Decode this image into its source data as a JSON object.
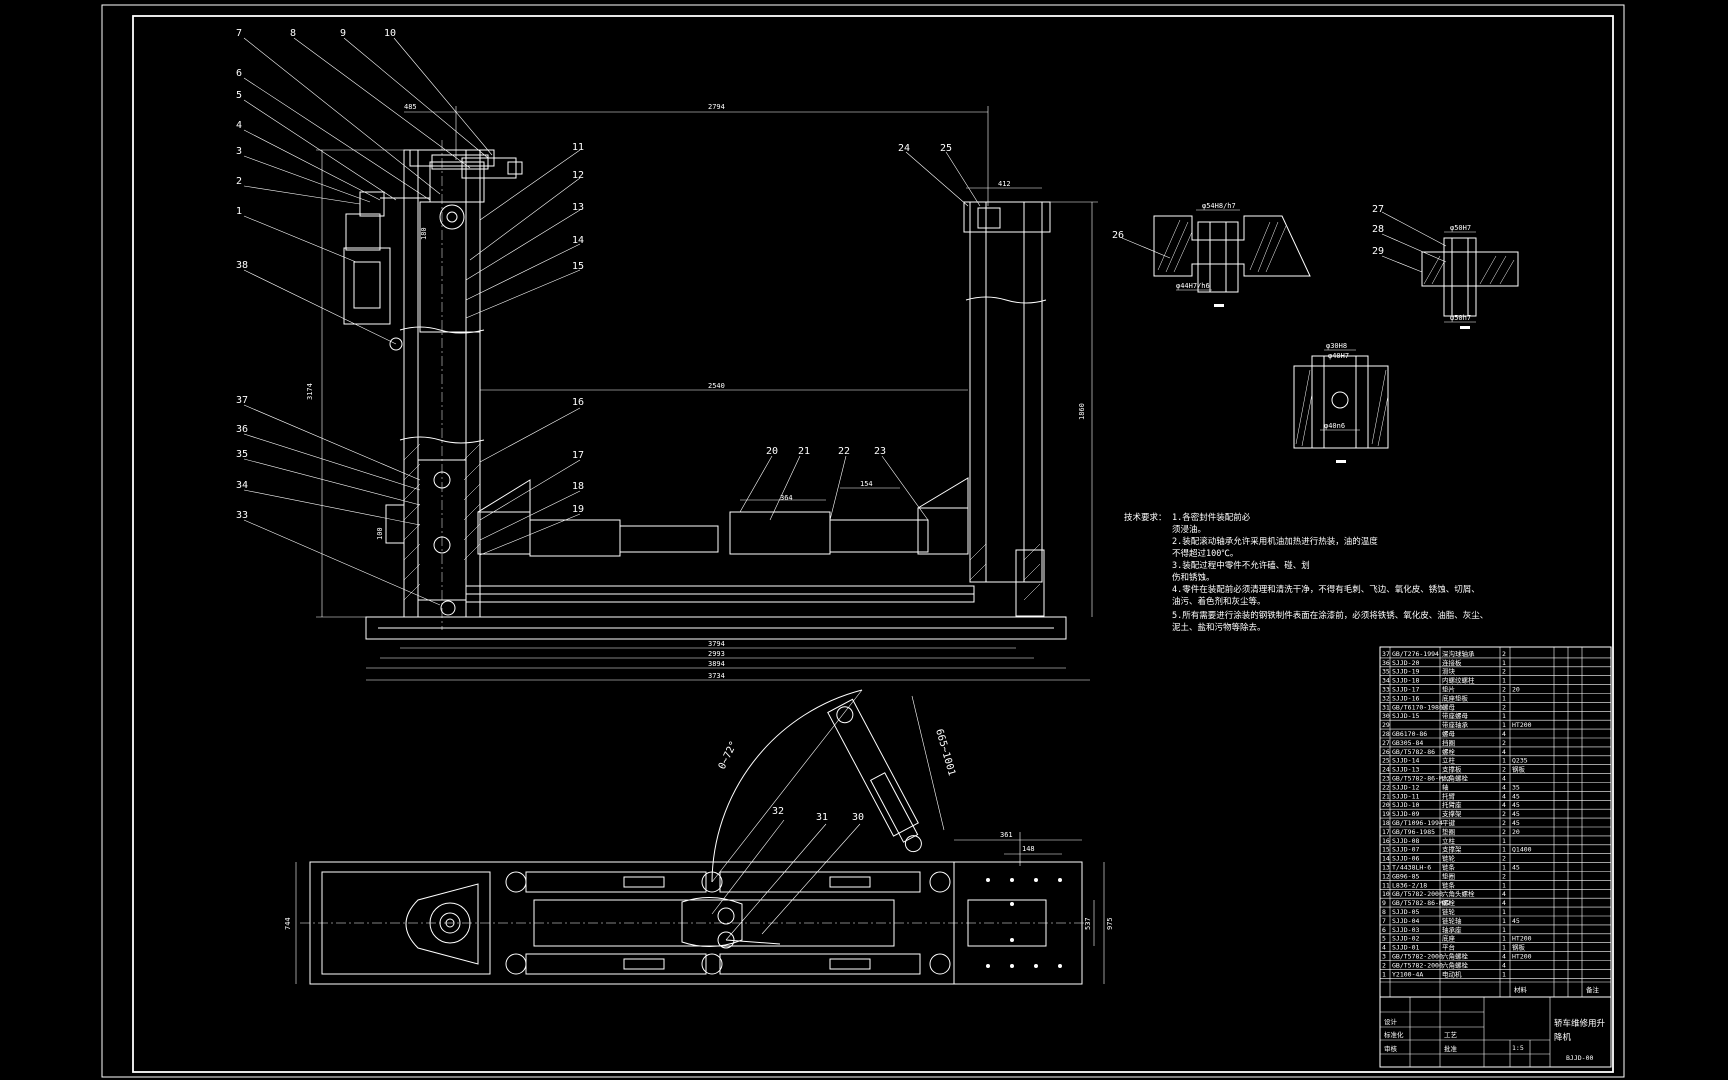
{
  "drawing": {
    "title_block": {
      "title_line1": "轿车维修用升",
      "title_line2": "降机",
      "drawing_no": "BJJD-00",
      "remark_header": "备注",
      "material_header": "材料",
      "note_cells": [
        "设计",
        "标准化",
        "审核",
        "工艺",
        "批准"
      ],
      "scale": "1:5"
    },
    "technical_requirements": {
      "heading": "技术要求：",
      "items": [
        "1.各密封件装配前必",
        "须浸油。",
        "2.装配滚动轴承允许采用机油加热进行热装，油的温度",
        "不得超过100℃。",
        "3.装配过程中零件不允许磕、碰、划",
        "伤和锈蚀。",
        "4.零件在装配前必须清理和清洗干净，不得有毛刺、飞边、氧化皮、锈蚀、切屑、",
        "油污、着色剂和灰尘等。",
        "5.所有需要进行涂装的钢铁制件表面在涂漆前，必须将铁锈、氧化皮、油脂、灰尘、",
        "泥土、盐和污物等除去。"
      ]
    },
    "part_numbers": {
      "left_column": [
        "7",
        "6",
        "5",
        "4",
        "3",
        "2",
        "1",
        "38",
        "37",
        "36",
        "35",
        "34",
        "33"
      ],
      "top_row": [
        "8",
        "9",
        "10"
      ],
      "right_column": [
        "11",
        "12",
        "13",
        "14",
        "15",
        "16",
        "17",
        "18",
        "19"
      ],
      "lower_middle": [
        "20",
        "21",
        "22",
        "23"
      ],
      "upper_right": [
        "24",
        "25"
      ],
      "detail_views": [
        "26",
        "27",
        "28",
        "29"
      ],
      "plan_view": [
        "32",
        "31",
        "30"
      ]
    },
    "dimensions": {
      "top_span": "2794",
      "top_offset": "485",
      "right_post_width": "412",
      "overall_height": "3174",
      "right_height": "1860",
      "middle_span": "2540",
      "bottom_inner": "3794",
      "bottom_mid": "2993",
      "bottom_outer": "3894",
      "bottom_total": "3734",
      "tube_len": "364",
      "tube_small": "154",
      "left_small": "100",
      "left_gap": "180",
      "arc_angle": "0~72°",
      "cylinder_stroke": "665~1001",
      "plan_right_span": "361",
      "plan_right_inner": "148",
      "plan_width": "744",
      "plan_right_height": "537",
      "plan_right_total": "975",
      "fit_1": "φ54H8/h7",
      "fit_2": "φ44H7/h6",
      "fit_3": "φ50H7",
      "fit_4": "φ30H8",
      "fit_5": "φ50h7",
      "fit_6": "φ40H7",
      "fit_7": "φ40n6"
    },
    "bom": {
      "rows": [
        [
          "37",
          "GB/T276-1994",
          "深沟球轴承",
          "2",
          ""
        ],
        [
          "36",
          "SJJD-20",
          "连接板",
          "1",
          ""
        ],
        [
          "35",
          "SJJD-19",
          "滑块",
          "2",
          ""
        ],
        [
          "34",
          "SJJD-18",
          "内螺纹螺柱",
          "1",
          ""
        ],
        [
          "33",
          "SJJD-17",
          "垫片",
          "2",
          "20"
        ],
        [
          "32",
          "SJJD-16",
          "底座垫板",
          "1",
          ""
        ],
        [
          "31",
          "GB/T6170-1986",
          "螺母",
          "2",
          ""
        ],
        [
          "30",
          "SJJD-15",
          "带座螺母",
          "1",
          ""
        ],
        [
          "29",
          "",
          "带座轴承",
          "1",
          "HT200"
        ],
        [
          "28",
          "GB6170-86",
          "螺母",
          "4",
          ""
        ],
        [
          "27",
          "GB305-84",
          "挡圈",
          "2",
          ""
        ],
        [
          "26",
          "GB/T5782-86",
          "螺栓",
          "4",
          ""
        ],
        [
          "25",
          "SJJD-14",
          "立柱",
          "1",
          "Q235"
        ],
        [
          "24",
          "SJJD-13",
          "支撑板",
          "2",
          "钢板"
        ],
        [
          "23",
          "GB/T5782-86-M12",
          "六角螺栓",
          "4",
          ""
        ],
        [
          "22",
          "SJJD-12",
          "轴",
          "4",
          "35"
        ],
        [
          "21",
          "SJJD-11",
          "托臂",
          "4",
          "45"
        ],
        [
          "20",
          "SJJD-10",
          "托臂座",
          "4",
          "45"
        ],
        [
          "19",
          "SJJD-09",
          "支撑架",
          "2",
          "45"
        ],
        [
          "18",
          "GB/T1096-1994",
          "平键",
          "2",
          "45"
        ],
        [
          "17",
          "GB/T96-1985",
          "垫圈",
          "2",
          "20"
        ],
        [
          "16",
          "SJJD-08",
          "立柱",
          "1",
          ""
        ],
        [
          "15",
          "SJJD-07",
          "支撑架",
          "1",
          "Q1400"
        ],
        [
          "14",
          "SJJD-06",
          "链轮",
          "2",
          ""
        ],
        [
          "13",
          "T/4438LH-6",
          "链条",
          "1",
          "45"
        ],
        [
          "12",
          "GB96-85",
          "垫圈",
          "2",
          ""
        ],
        [
          "11",
          "L836-2/18",
          "链条",
          "1",
          ""
        ],
        [
          "10",
          "GB/T5782-2000",
          "六角头螺栓",
          "4",
          ""
        ],
        [
          "9",
          "GB/T5782-86-M12",
          "螺栓",
          "4",
          ""
        ],
        [
          "8",
          "SJJD-05",
          "链轮",
          "1",
          ""
        ],
        [
          "7",
          "SJJD-04",
          "链轮轴",
          "1",
          "45"
        ],
        [
          "6",
          "SJJD-03",
          "轴承座",
          "1",
          ""
        ],
        [
          "5",
          "SJJD-02",
          "底座",
          "1",
          "HT200"
        ],
        [
          "4",
          "SJJD-01",
          "平台",
          "1",
          "钢板"
        ],
        [
          "3",
          "GB/T5782-2000",
          "六角螺栓",
          "4",
          "HT200"
        ],
        [
          "2",
          "GB/T5782-2000",
          "六角螺栓",
          "4",
          ""
        ],
        [
          "1",
          "Y2100-4A",
          "电动机",
          "1",
          ""
        ]
      ]
    }
  }
}
